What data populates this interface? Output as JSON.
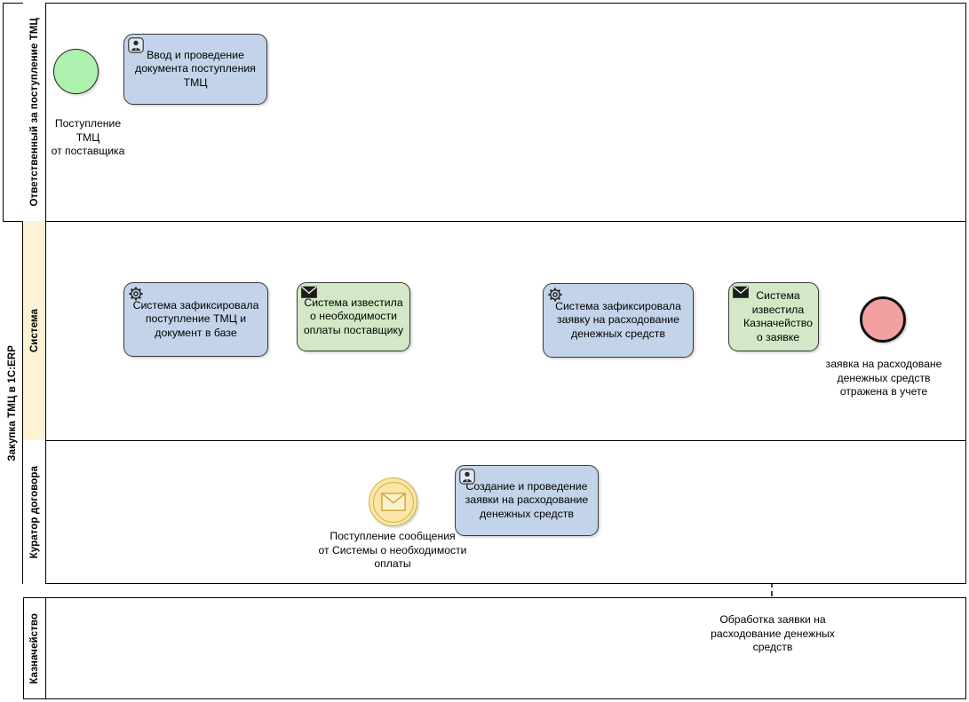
{
  "diagram": {
    "title_pool": "Закупка ТМЦ в 1С:ERP",
    "type": "bpmn-collaboration",
    "pools": [
      {
        "name": "Закупка ТМЦ в 1С:ERP",
        "lanes": [
          {
            "id": "lane-responsible",
            "label": "Ответственный за поступление ТМЦ"
          },
          {
            "id": "lane-system",
            "label": "Система"
          },
          {
            "id": "lane-curator",
            "label": "Куратор договора"
          }
        ]
      },
      {
        "name": "",
        "lanes": [
          {
            "id": "lane-treasury",
            "label": "Казначейство"
          }
        ]
      }
    ],
    "elements": {
      "start_event": {
        "id": "start-event-goods-receipt",
        "type": "start-event",
        "label": "Поступление\nТМЦ\nот поставщика",
        "fill": "#aef0ae"
      },
      "task_input_document": {
        "id": "task-input-goods-receipt-document",
        "type": "user-task",
        "icon": "user-icon",
        "label": "Ввод и проведение документа поступления ТМЦ",
        "fill": "#c3d4ea"
      },
      "task_system_recorded_receipt": {
        "id": "task-system-recorded-receipt",
        "type": "service-task",
        "icon": "gear-icon",
        "label": "Система зафиксировала поступление ТМЦ и документ в базе",
        "fill": "#c3d4ea"
      },
      "task_system_notified_payment": {
        "id": "task-system-notified-payment",
        "type": "send-task",
        "icon": "envelope-icon",
        "label": "Система известила  о необходимости оплаты поставщику",
        "fill": "#d3e8c6"
      },
      "event_message_received": {
        "id": "intermediate-message-event-payment-needed",
        "type": "intermediate-message-catch-event",
        "icon": "envelope-icon",
        "label": "Поступление сообщения\nот Системы о необходимости\nоплаты",
        "fill": "#fbe6a8"
      },
      "task_create_request": {
        "id": "task-create-funds-request",
        "type": "user-task",
        "icon": "user-icon",
        "label": "Создание и проведение заявки на расходование денежных средств",
        "fill": "#c3d4ea"
      },
      "task_system_recorded_request": {
        "id": "task-system-recorded-funds-request",
        "type": "service-task",
        "icon": "gear-icon",
        "label": "Система зафиксировала заявку на расходование денежных средств",
        "fill": "#c3d4ea"
      },
      "task_system_notified_treasury": {
        "id": "task-system-notified-treasury",
        "type": "send-task",
        "icon": "envelope-icon",
        "label": "Система известила Казначейство о заявке",
        "fill": "#d3e8c6"
      },
      "end_event": {
        "id": "end-event-request-recorded",
        "type": "end-event",
        "label": "заявка на расходоване\nденежных средств\nотражена в учете",
        "fill": "#f2a0a0"
      },
      "treasury_note": {
        "id": "treasury-message-flow-label",
        "type": "message-flow-label",
        "label": "Обработка заявки на\nрасходование денежных\nсредств"
      }
    },
    "colors": {
      "task_blue": "#c3d4ea",
      "task_green": "#d3e8c6",
      "start_green": "#aef0ae",
      "end_red": "#f2a0a0",
      "message_yellow": "#fbe6a8",
      "lane_tint": "#fdf3d4",
      "stroke": "#000000"
    }
  }
}
